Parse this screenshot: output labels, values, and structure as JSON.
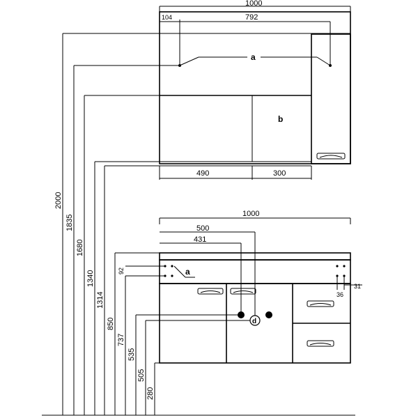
{
  "upper": {
    "width": "1000",
    "offset": "104",
    "span": "792",
    "width_left": "490",
    "width_right": "300",
    "label_a": "a",
    "label_b": "b"
  },
  "lower": {
    "width": "1000",
    "d500": "500",
    "d431": "431",
    "d92": "92",
    "d36": "36",
    "d31": "31",
    "label_a": "a",
    "label_d": "d"
  },
  "heights": [
    "2000",
    "1835",
    "1680",
    "1340",
    "1314",
    "850",
    "737",
    "535",
    "505",
    "280"
  ]
}
